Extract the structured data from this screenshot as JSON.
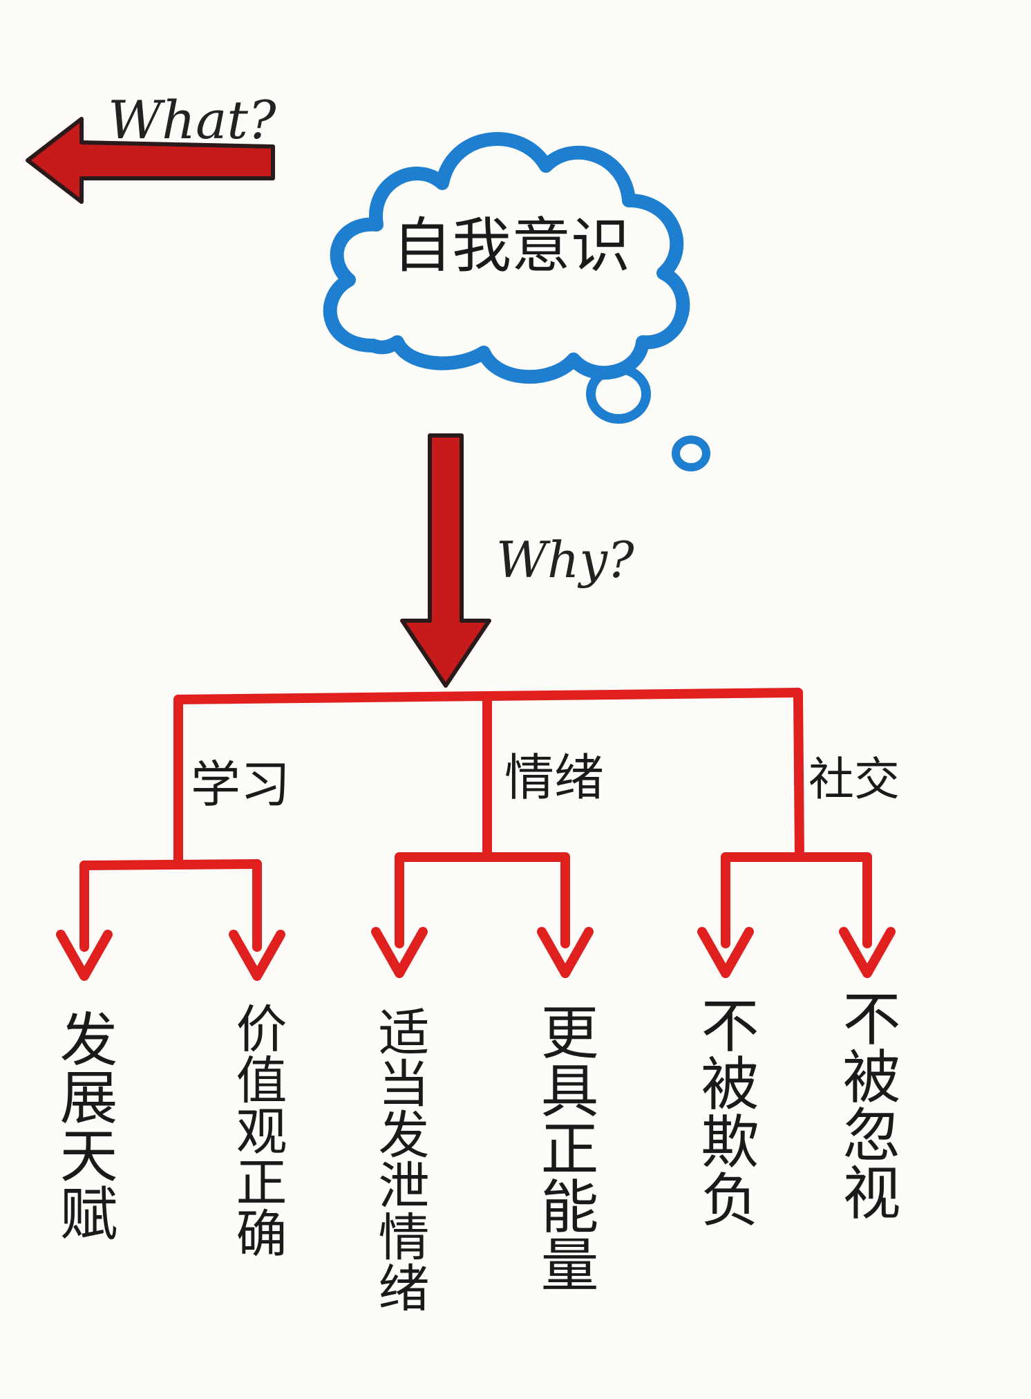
{
  "what_label": "What?",
  "why_label": "Why?",
  "center": "自我意识",
  "branches": [
    {
      "name": "学习",
      "items": [
        "发展天赋",
        "价值观正确"
      ]
    },
    {
      "name": "情绪",
      "items": [
        "适当发泄情绪",
        "更具正能量"
      ]
    },
    {
      "name": "社交",
      "items": [
        "不被欺负",
        "不被忽视"
      ]
    }
  ],
  "colors": {
    "arrow_fill": "#c71a1a",
    "arrow_outline": "#2a1a1a",
    "tree_line": "#e01f1f",
    "cloud": "#1e7fd0",
    "text": "#1a1a1a",
    "background": "#fdfcf8"
  }
}
